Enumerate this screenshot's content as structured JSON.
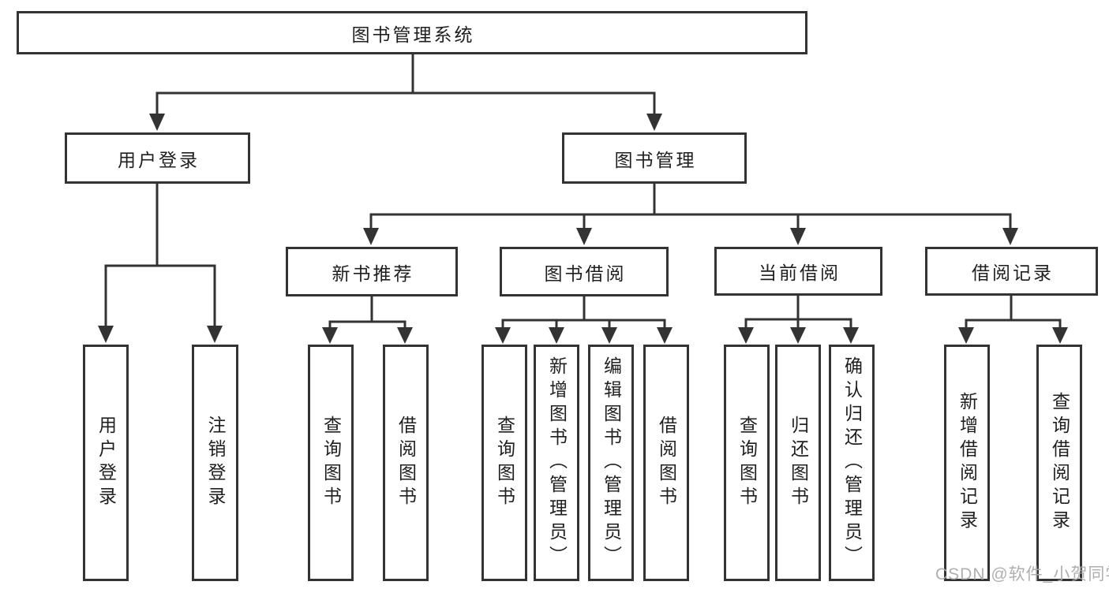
{
  "diagram": {
    "type": "hierarchy-tree",
    "root": {
      "label": "图书管理系统"
    },
    "level2": [
      {
        "label": "用户登录",
        "parent": "图书管理系统"
      },
      {
        "label": "图书管理",
        "parent": "图书管理系统"
      }
    ],
    "level3": [
      {
        "label": "新书推荐",
        "parent": "图书管理"
      },
      {
        "label": "图书借阅",
        "parent": "图书管理"
      },
      {
        "label": "当前借阅",
        "parent": "图书管理"
      },
      {
        "label": "借阅记录",
        "parent": "图书管理"
      }
    ],
    "leaves": [
      {
        "label": "用户登录",
        "parent": "用户登录"
      },
      {
        "label": "注销登录",
        "parent": "用户登录"
      },
      {
        "label": "查询图书",
        "parent": "新书推荐"
      },
      {
        "label": "借阅图书",
        "parent": "新书推荐"
      },
      {
        "label": "查询图书",
        "parent": "图书借阅"
      },
      {
        "label": "新增图书（管理员）",
        "parent": "图书借阅"
      },
      {
        "label": "编辑图书（管理员）",
        "parent": "图书借阅"
      },
      {
        "label": "借阅图书",
        "parent": "图书借阅"
      },
      {
        "label": "查询图书",
        "parent": "当前借阅"
      },
      {
        "label": "归还图书",
        "parent": "当前借阅"
      },
      {
        "label": "确认归还（管理员）",
        "parent": "当前借阅"
      },
      {
        "label": "新增借阅记录",
        "parent": "借阅记录"
      },
      {
        "label": "查询借阅记录",
        "parent": "借阅记录"
      }
    ]
  },
  "watermark": {
    "text": "CSDN @软件_小贺同学"
  },
  "colors": {
    "line": "#333333",
    "text": "#1f1f1f",
    "background": "#ffffff",
    "watermark": "#a9a9a9"
  }
}
